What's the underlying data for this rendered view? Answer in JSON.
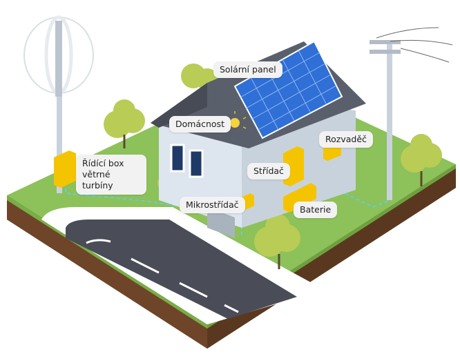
{
  "labels": {
    "solar_panel": "Solární panel",
    "household": "Domácnost",
    "switchboard": "Rozvaděč",
    "wind_control_box": "Řídící box větrné turbíny",
    "inverter": "Střídač",
    "micro_inverter": "Mikrostřídač",
    "battery": "Baterie"
  },
  "colors": {
    "grass": "#8dc15a",
    "soil": "#6b4226",
    "road": "#4a4d57",
    "solar": "#2f6fd6",
    "component": "#f5c400",
    "wall": "#dde5ee",
    "roof": "#5a5f6c",
    "cable": "#5ed0e0",
    "tree": "#b9cc55"
  },
  "icons": [
    "wind-turbine-icon",
    "power-pole-icon",
    "light-bulb-icon",
    "tree-icon",
    "house-icon"
  ]
}
